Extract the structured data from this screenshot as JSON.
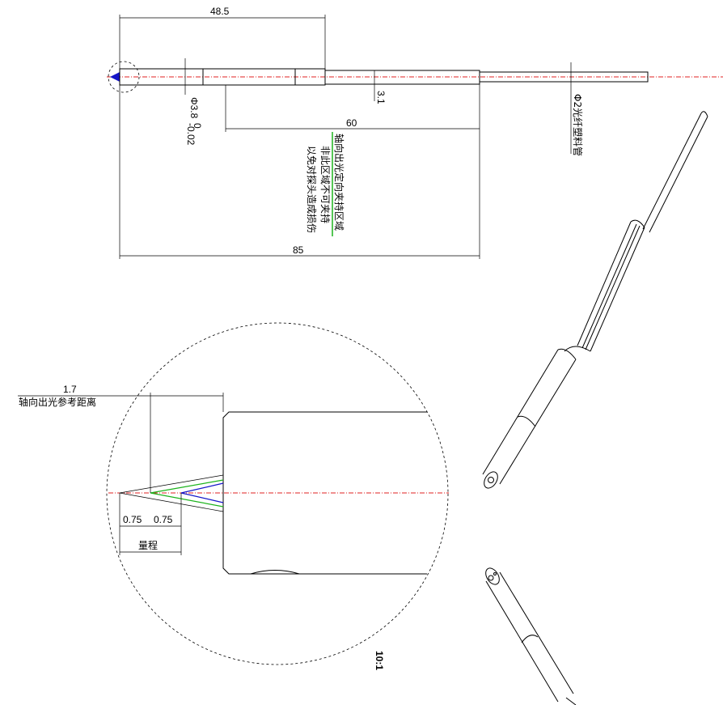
{
  "dimensions": {
    "overall_length": "85",
    "to_step": "48.5",
    "clamp_length": "60",
    "step_dia": "3.1",
    "body_dia": "Φ3.8",
    "tol_upper": "0",
    "tol_lower": "-0.02",
    "fiber_note": "Φ2光纤塑料管"
  },
  "notes": {
    "line1": "轴向出光定向夹持区域",
    "line2": "非此区域不可夹持",
    "line3": "以免对探头造成损伤"
  },
  "detail": {
    "ref_distance_value": "1.7",
    "ref_distance_label": "轴向出光参考距离",
    "seg1": "0.75",
    "seg2": "0.75",
    "range_label": "量程",
    "scale": "10:1"
  },
  "colors": {
    "centerline": "#e02020",
    "green_beam": "#1db31d",
    "blue_beam": "#1515c8"
  }
}
